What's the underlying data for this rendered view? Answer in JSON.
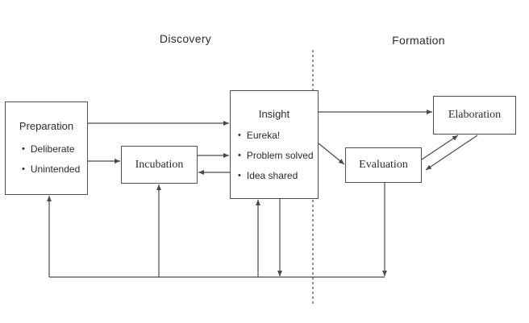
{
  "headers": {
    "discovery": "Discovery",
    "formation": "Formation"
  },
  "bullet_glyph": "•",
  "boxes": {
    "preparation": {
      "title": "Preparation",
      "bullets": [
        "Deliberate",
        "Unintended"
      ]
    },
    "incubation": {
      "title": "Incubation"
    },
    "insight": {
      "title": "Insight",
      "bullets": [
        "Eureka!",
        "Problem solved",
        "Idea shared"
      ]
    },
    "evaluation": {
      "title": "Evaluation"
    },
    "elaboration": {
      "title": "Elaboration"
    }
  },
  "colors": {
    "line": "#4a4a4a",
    "text": "#2b2b2b",
    "background": "#ffffff"
  }
}
